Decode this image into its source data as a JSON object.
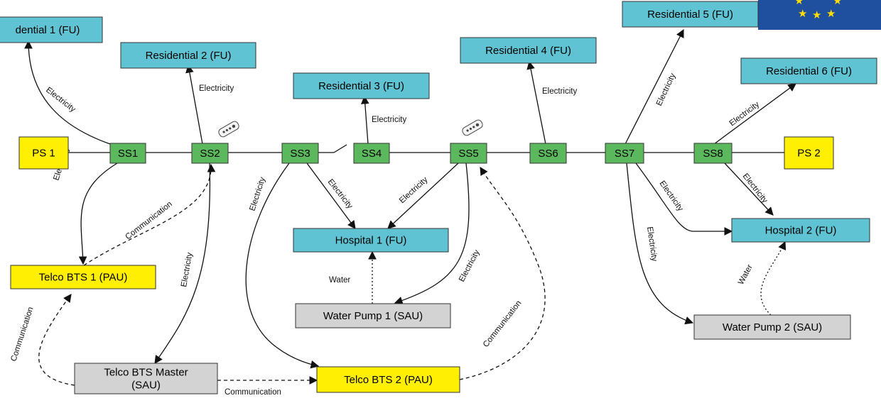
{
  "colors": {
    "fu": "#5fc3d3",
    "yellow": "#ffef00",
    "sau": "#d3d3d3",
    "ss": "#5cb85c",
    "eu_flag": "#1f4f9f",
    "eu_star": "#ffdd00"
  },
  "nodes": [
    {
      "id": "res1",
      "label": "dential 1 (FU)",
      "kind": "fu"
    },
    {
      "id": "res2",
      "label": "Residential 2 (FU)",
      "kind": "fu"
    },
    {
      "id": "res3",
      "label": "Residential 3 (FU)",
      "kind": "fu"
    },
    {
      "id": "res4",
      "label": "Residential 4 (FU)",
      "kind": "fu"
    },
    {
      "id": "res5",
      "label": "Residential 5 (FU)",
      "kind": "fu"
    },
    {
      "id": "res6",
      "label": "Residential 6 (FU)",
      "kind": "fu"
    },
    {
      "id": "ps1",
      "label": "PS 1",
      "kind": "yellow"
    },
    {
      "id": "ps2",
      "label": "PS 2",
      "kind": "yellow"
    },
    {
      "id": "ss1",
      "label": "SS1",
      "kind": "ss"
    },
    {
      "id": "ss2",
      "label": "SS2",
      "kind": "ss"
    },
    {
      "id": "ss3",
      "label": "SS3",
      "kind": "ss"
    },
    {
      "id": "ss4",
      "label": "SS4",
      "kind": "ss"
    },
    {
      "id": "ss5",
      "label": "SS5",
      "kind": "ss"
    },
    {
      "id": "ss6",
      "label": "SS6",
      "kind": "ss"
    },
    {
      "id": "ss7",
      "label": "SS7",
      "kind": "ss"
    },
    {
      "id": "ss8",
      "label": "SS8",
      "kind": "ss"
    },
    {
      "id": "hosp1",
      "label": "Hospital 1 (FU)",
      "kind": "fu"
    },
    {
      "id": "hosp2",
      "label": "Hospital 2 (FU)",
      "kind": "fu"
    },
    {
      "id": "telco1",
      "label": "Telco BTS 1 (PAU)",
      "kind": "yellow"
    },
    {
      "id": "telco2",
      "label": "Telco BTS 2 (PAU)",
      "kind": "yellow"
    },
    {
      "id": "wp1",
      "label": "Water Pump 1 (SAU)",
      "kind": "sau"
    },
    {
      "id": "wp2",
      "label": "Water Pump 2 (SAU)",
      "kind": "sau"
    },
    {
      "id": "tmaster",
      "label": "Telco BTS Master\n(SAU)",
      "kind": "sau"
    }
  ],
  "edge_labels": {
    "electricity": "Electricity",
    "communication": "Communication",
    "water": "Water"
  },
  "icons": [
    "remote-control-icon",
    "remote-control-icon",
    "eu-flag-icon"
  ]
}
